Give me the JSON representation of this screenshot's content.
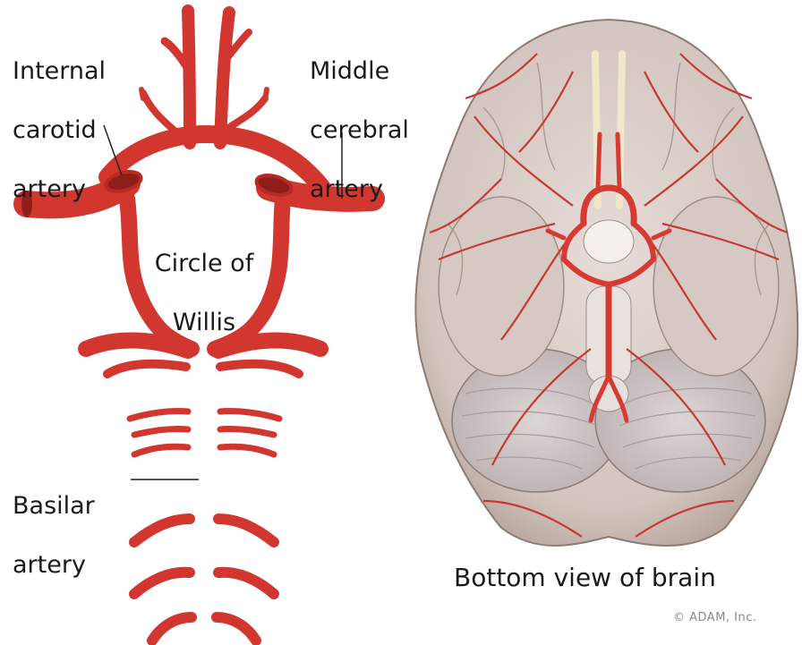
{
  "labels": {
    "internal_carotid": [
      "Internal",
      "carotid",
      "artery"
    ],
    "middle_cerebral": [
      "Middle",
      "cerebral",
      "artery"
    ],
    "circle_of_willis": [
      "Circle of",
      "Willis"
    ],
    "basilar": [
      "Basilar",
      "artery"
    ],
    "bottom_view": "Bottom view of brain"
  },
  "credit": "© ADAM, Inc.",
  "colors": {
    "artery": "#d63a32",
    "artery_dark": "#a8231f",
    "artery_light": "#ee7a6e",
    "brain": "#d9ccc6",
    "brain_shadow": "#b8a7a0",
    "cerebellum": "#cfc7c6"
  }
}
